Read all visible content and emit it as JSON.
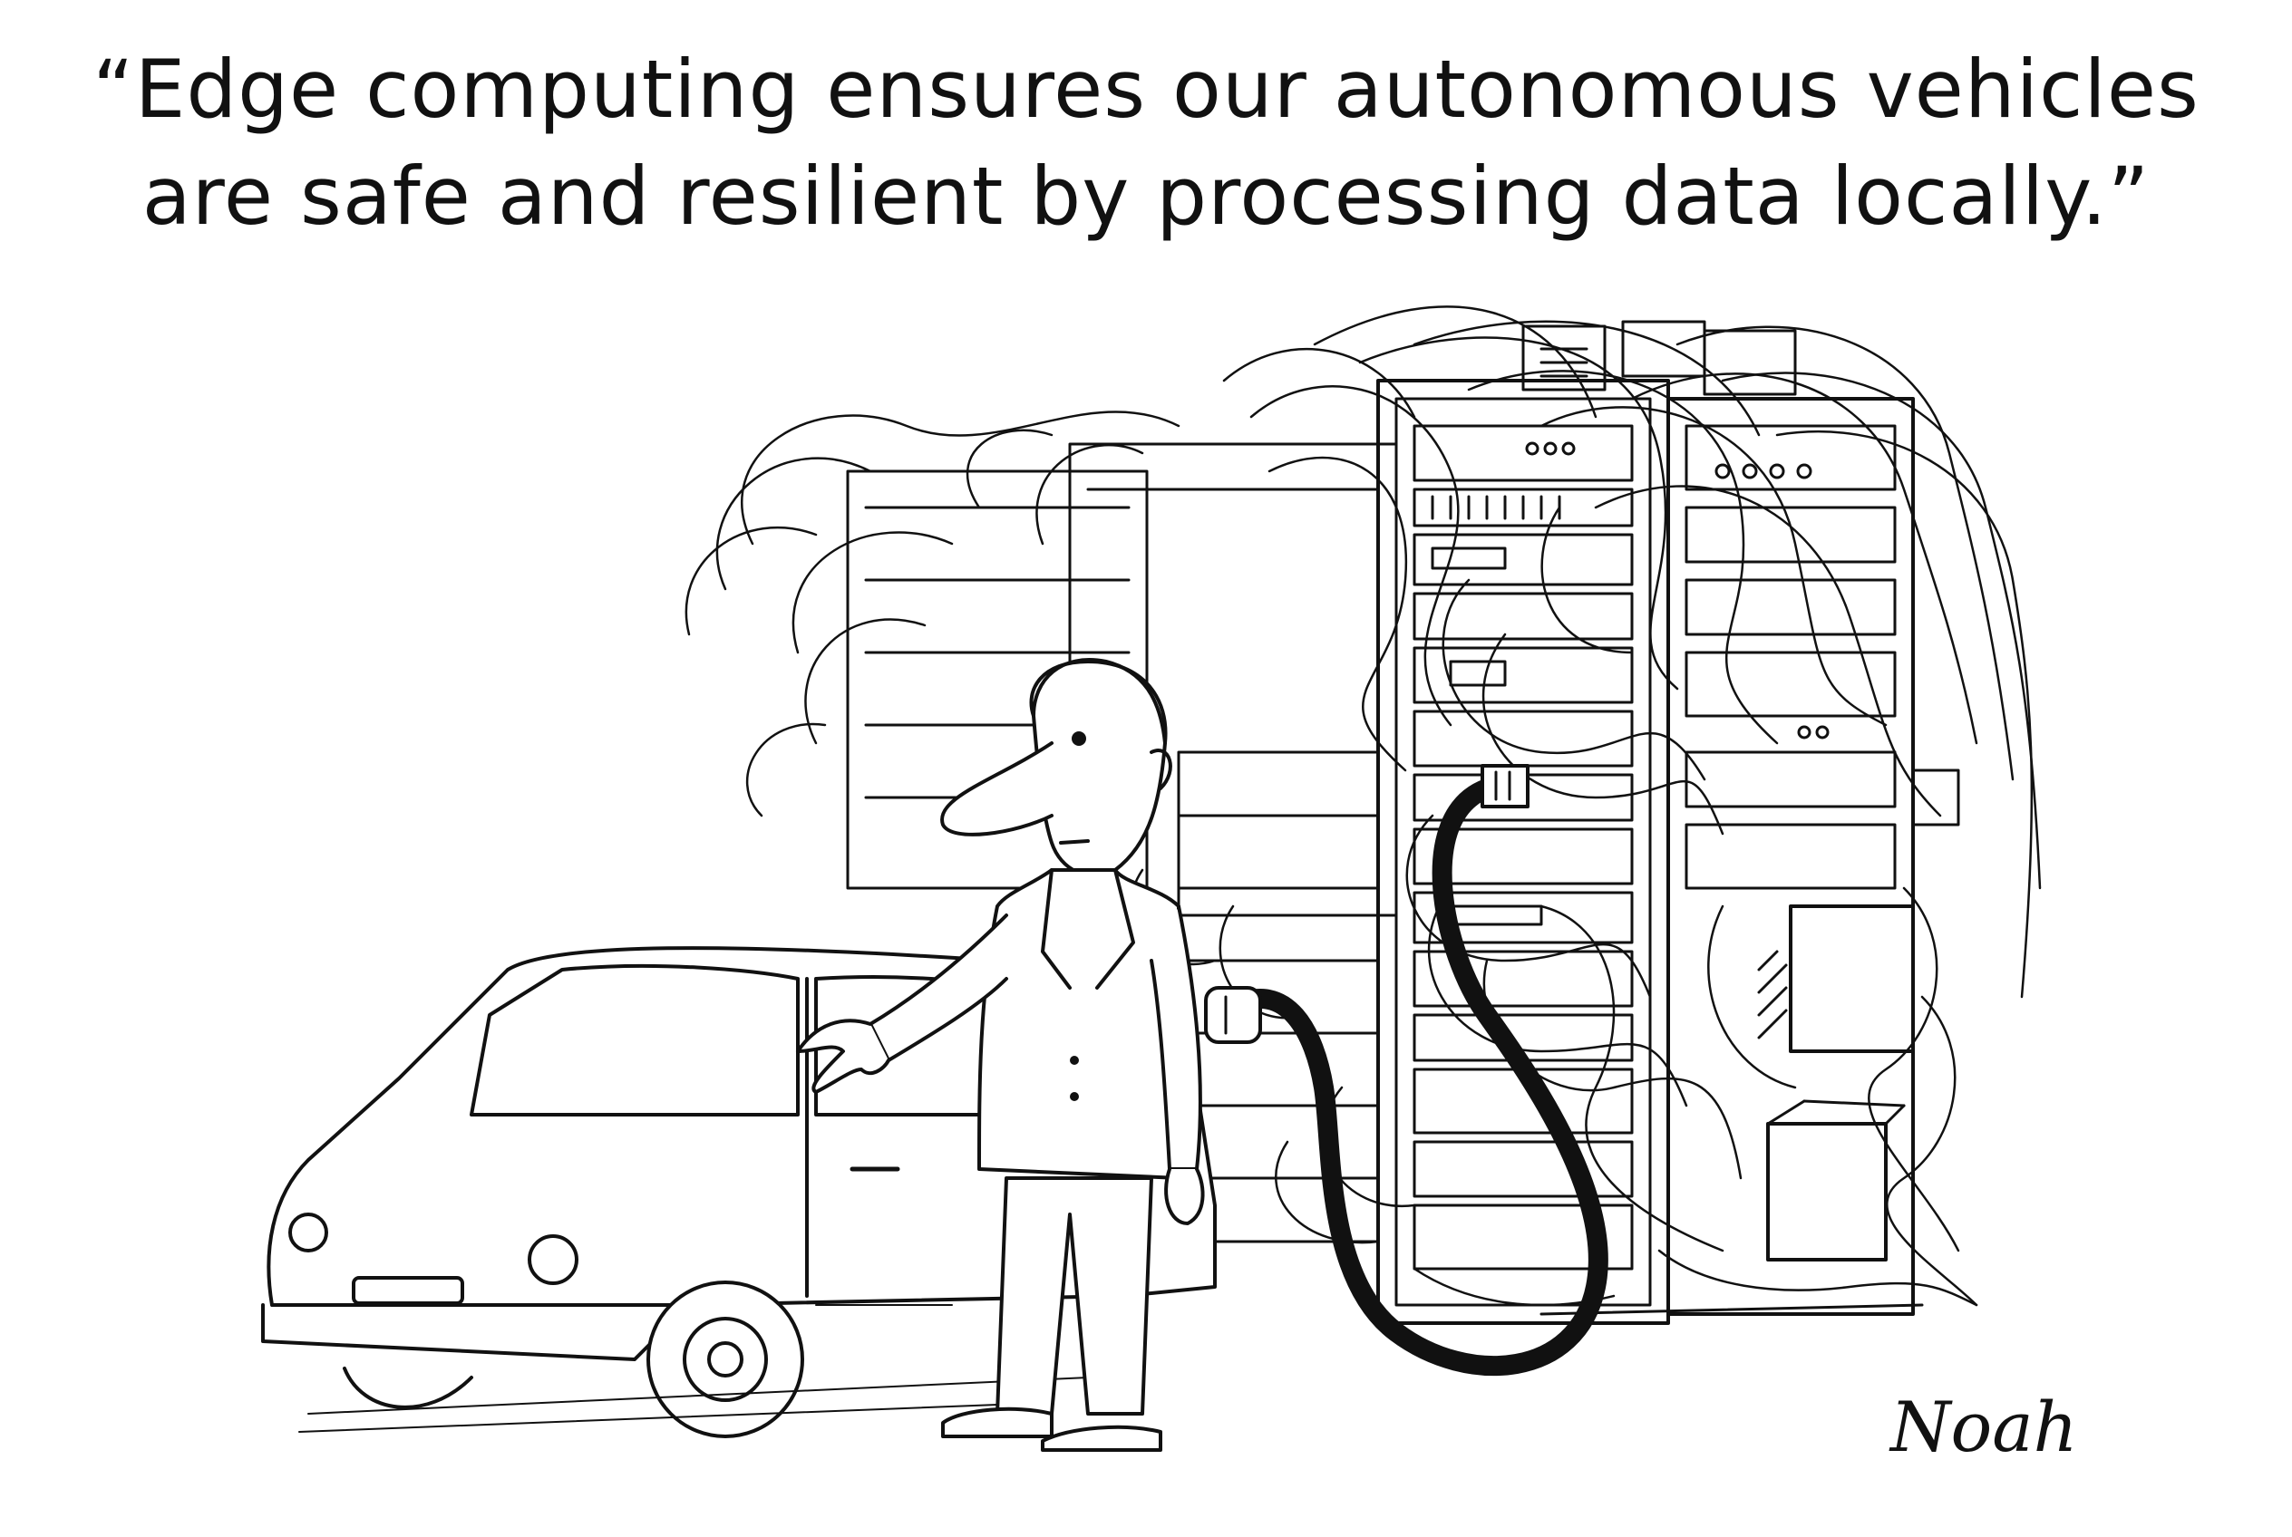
{
  "caption": {
    "line1": "“Edge computing ensures our autonomous vehicles",
    "line2": "are safe and resilient by processing data locally.”"
  },
  "signature": "Noah"
}
